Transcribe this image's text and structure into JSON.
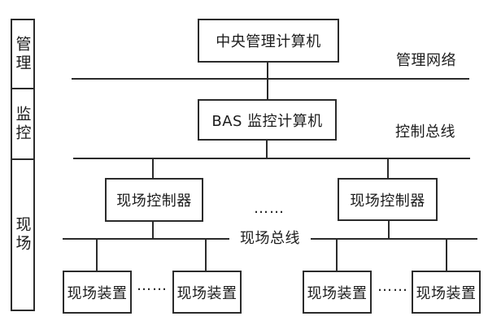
{
  "colors": {
    "background": "#ffffff",
    "line": "#2b2b2b",
    "text": "#1c1c1c"
  },
  "sidebar": {
    "layers": [
      {
        "label": "管理"
      },
      {
        "label": "监控"
      },
      {
        "label": "现场"
      }
    ]
  },
  "nodes": {
    "central_computer": "中央管理计算机",
    "bas_computer": "BAS 监控计算机",
    "field_controller_left": "现场控制器",
    "field_controller_right": "现场控制器",
    "field_device_1": "现场装置",
    "field_device_2": "现场装置",
    "field_device_3": "现场装置",
    "field_device_4": "现场装置"
  },
  "bus_labels": {
    "management_network": "管理网络",
    "control_bus": "控制总线",
    "field_bus": "现场总线"
  },
  "ellipsis": {
    "controllers": "……",
    "devices_left": "……",
    "devices_right": "……"
  }
}
